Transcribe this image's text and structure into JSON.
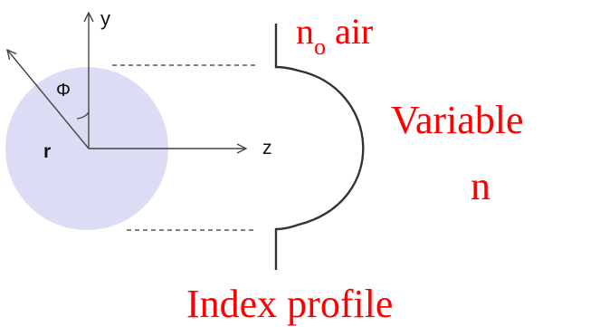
{
  "labels": {
    "axis_y": "y",
    "axis_z": "z",
    "angle_phi": "Φ",
    "radius_r": "r",
    "medium_n": "n",
    "medium_subscript": "o",
    "medium_air": "air",
    "variable_word": "Variable",
    "variable_n": "n",
    "caption": "Index profile"
  },
  "colors": {
    "label_red": "#ff0000",
    "disc_fill": "#dcdcf5",
    "line": "#333333",
    "dashes": "#555555"
  }
}
